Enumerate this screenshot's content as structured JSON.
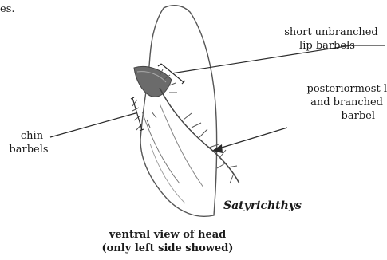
{
  "top_fragment": "es.",
  "labels": {
    "lip_barbels_line1": "short unbranched",
    "lip_barbels_line2": "lip barbels",
    "posterior_line1": "posteriormost l",
    "posterior_line2": "and branched",
    "posterior_line3": "barbel",
    "chin_line1": "chin",
    "chin_line2": "barbels",
    "genus": "Satyrichthys",
    "caption_line1": "ventral view of head",
    "caption_line2": "(only left side showed)"
  },
  "colors": {
    "ink": "#1a1a1a",
    "line": "#2a2a2a",
    "sketch": "#555555"
  }
}
